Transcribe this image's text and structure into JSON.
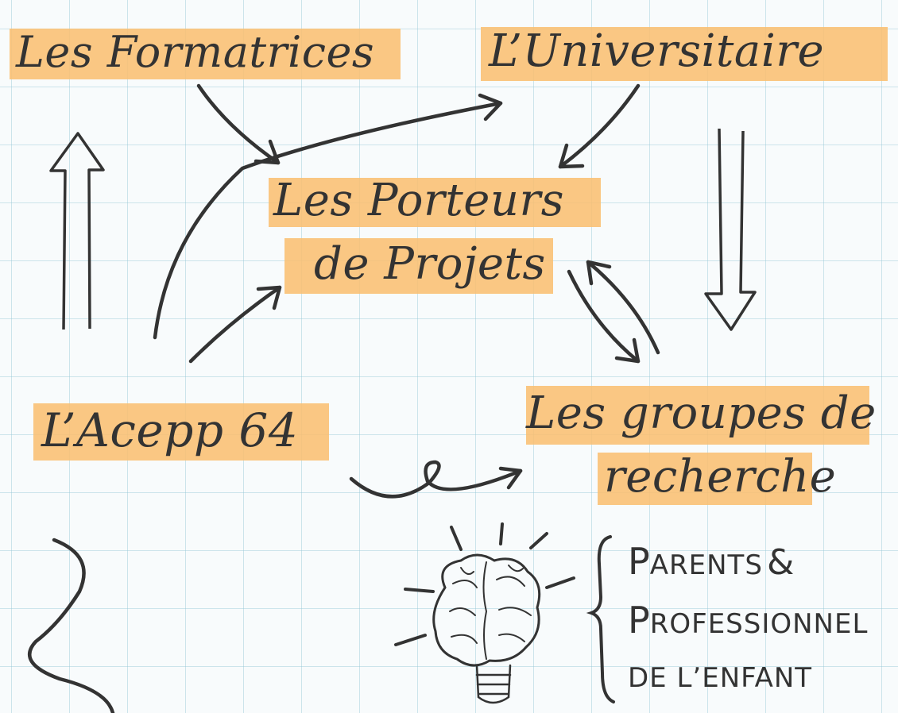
{
  "nodes": {
    "formatrices": "Les Formatrices",
    "universitaire": "L’Universitaire",
    "porteurs_line1": "Les Porteurs",
    "porteurs_line2": "de Projets",
    "acepp": "L’Acepp 64",
    "groupes_line1": "Les groupes de",
    "groupes_line2": "recherche"
  },
  "note": {
    "line1_first": "P",
    "line1_rest": "ARENTS",
    "line1_amp": "&",
    "line2_first": "P",
    "line2_rest": "ROFESSIONNEL",
    "line3": "DE L’ENFANT"
  },
  "icons": [
    "brain-lightbulb-icon",
    "curly-brace-icon",
    "squiggle-decoration"
  ],
  "colors": {
    "highlight": "#f9bf72",
    "ink": "#333333",
    "grid": "#a6d1de"
  }
}
